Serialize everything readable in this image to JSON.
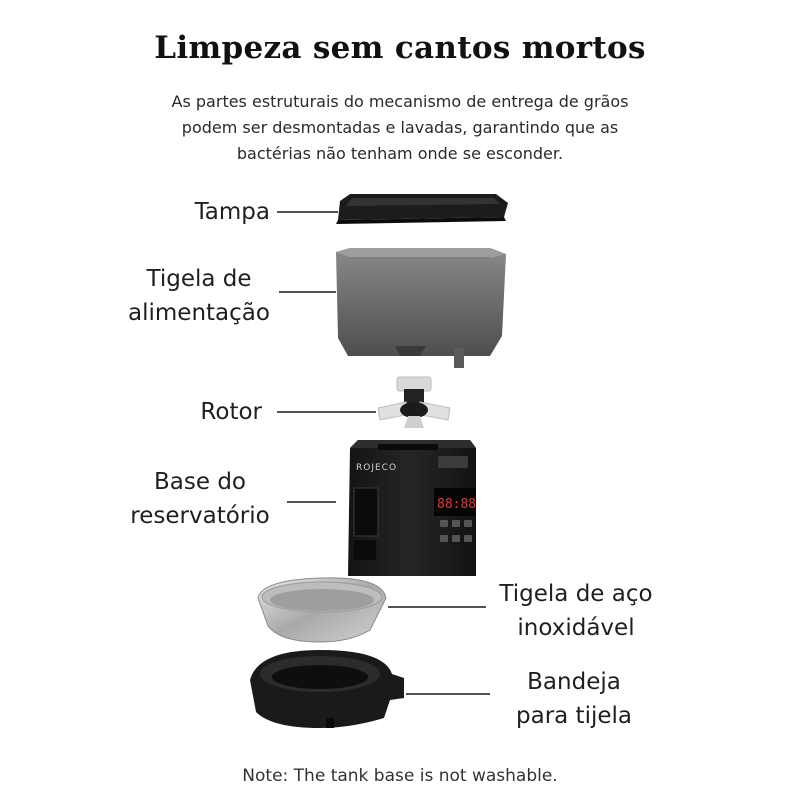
{
  "header": {
    "title": "Limpeza sem cantos mortos",
    "subtitle": "As partes estruturais do mecanismo de entrega de grãos podem ser desmontadas e lavadas, garantindo que as bactérias não tenham onde se esconder."
  },
  "parts": {
    "lid": "Tampa",
    "food_bowl_line1": "Tigela de",
    "food_bowl_line2": "alimentação",
    "rotor": "Rotor",
    "base_line1": "Base do",
    "base_line2": "reservatório",
    "steel_bowl_line1": "Tigela de aço",
    "steel_bowl_line2": "inoxidável",
    "tray_line1": "Bandeja",
    "tray_line2": "para tijela"
  },
  "device": {
    "brand": "ROJECO",
    "display": "88:88"
  },
  "footer": {
    "note": "Note: The tank base is not washable."
  }
}
